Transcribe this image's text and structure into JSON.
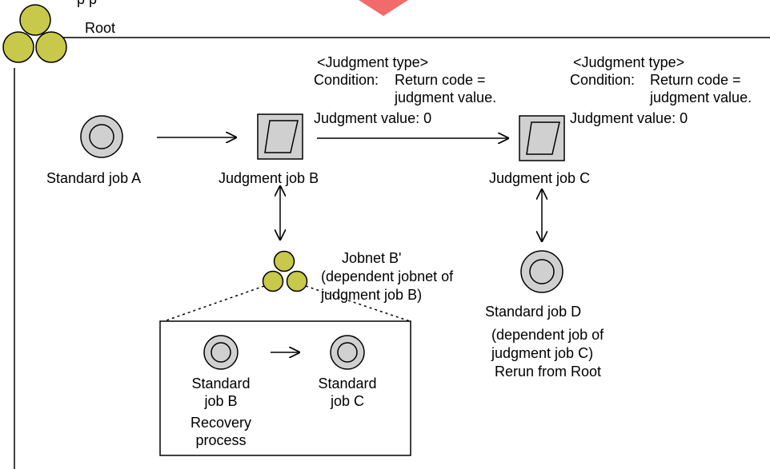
{
  "colors": {
    "jobnet_fill": "#c8c84a",
    "job_fill": "#d0d0d0",
    "line": "#000000",
    "accent_pointer": "#f26b6b"
  },
  "icons": {
    "jobnet": "jobnet-icon",
    "standard_job": "standard-job-icon",
    "judgment_job": "judgment-job-icon"
  },
  "header": {
    "clipped_top": "p            p",
    "root_label": "Root"
  },
  "nodes": {
    "standard_job_a": "Standard job A",
    "judgment_job_b": "Judgment job B",
    "judgment_job_c": "Judgment job C",
    "standard_job_d": "Standard job D",
    "jobnet_b_prime": "Jobnet B'",
    "jobnet_b_prime_desc": [
      "(dependent jobnet of",
      "judgment job B)"
    ],
    "standard_job_d_desc": [
      "(dependent job of",
      "judgment job C)",
      "Rerun from Root"
    ]
  },
  "judgment_b": {
    "type": "<Judgment type>",
    "condition_label": "Condition:",
    "condition_lines": [
      "Return code =",
      "judgment value."
    ],
    "value": "Judgment value: 0"
  },
  "judgment_c": {
    "type": "<Judgment type>",
    "condition_label": "Condition:",
    "condition_lines": [
      "Return code =",
      "judgment value."
    ],
    "value": "Judgment value: 0"
  },
  "recovery_box": {
    "job_b": [
      "Standard",
      "job B"
    ],
    "job_c": [
      "Standard",
      "job C"
    ],
    "caption": [
      "Recovery",
      "process"
    ]
  }
}
